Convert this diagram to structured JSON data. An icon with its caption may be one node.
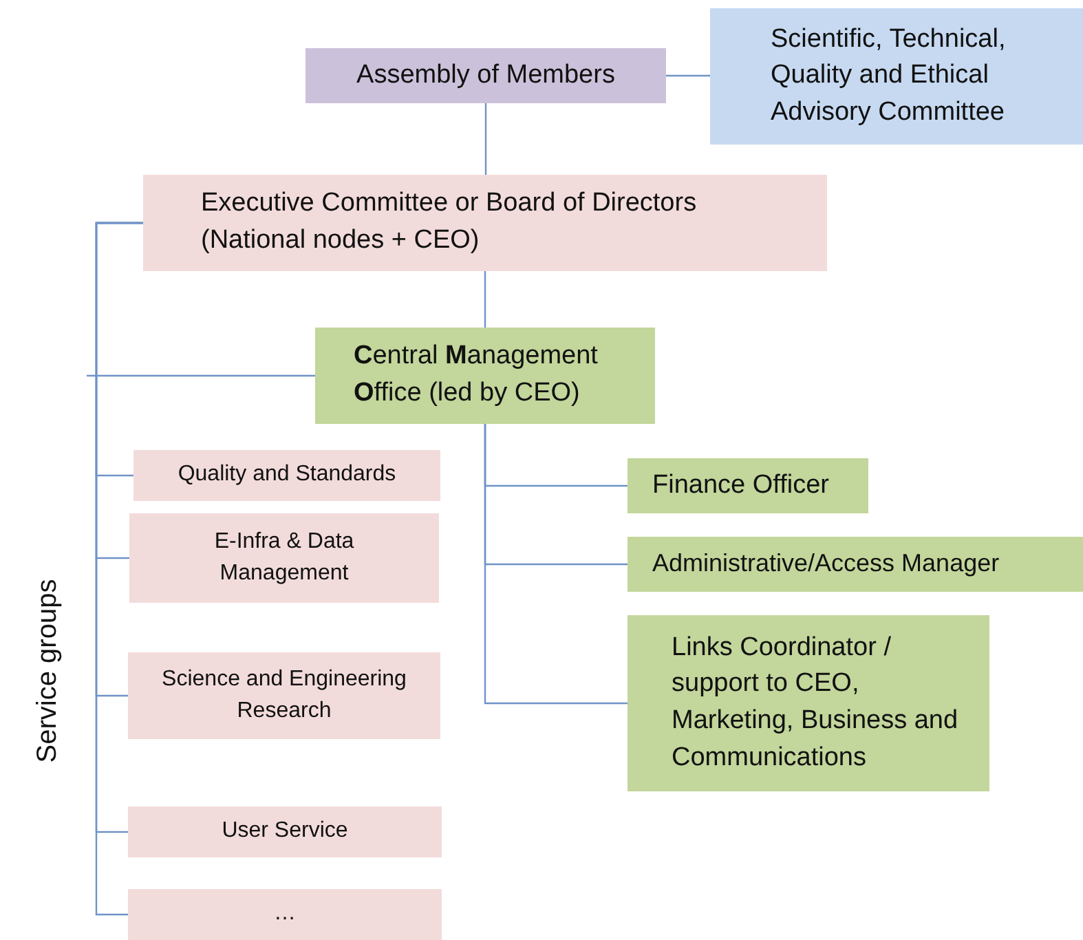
{
  "diagram": {
    "nodes": [
      {
        "text": [
          "Assembly of Members"
        ]
      },
      {
        "text": [
          "Scientific, Technical, Quality and Ethical Advisory Committee"
        ]
      },
      {
        "text": [
          "Executive Committee or Board of Directors (National nodes + CEO)"
        ]
      },
      {
        "text": [
          "**C**entral **M**anagement **O**ffice (led by CEO)"
        ]
      },
      {
        "text": [
          "Finance Officer"
        ]
      },
      {
        "text": [
          "Administrative/Access Manager"
        ]
      },
      {
        "text": [
          "Links Coordinator / support to CEO, Marketing, Business and Communications"
        ]
      },
      {
        "text": [
          "Quality and Standards"
        ]
      },
      {
        "text": [
          "E-Infra & Data Management"
        ]
      },
      {
        "text": [
          "Science and Engineering Research"
        ]
      },
      {
        "text": [
          "User Service"
        ]
      },
      {
        "text": [
          "…"
        ]
      }
    ],
    "edges": [
      {
        "from": 0,
        "to": 1,
        "arrow": "none"
      },
      {
        "from": 0,
        "to": 2,
        "arrow": "none"
      },
      {
        "from": 2,
        "to": 3,
        "arrow": "none"
      },
      {
        "from": 3,
        "to": 4,
        "arrow": "none"
      },
      {
        "from": 3,
        "to": 5,
        "arrow": "none"
      },
      {
        "from": 3,
        "to": 6,
        "arrow": "none"
      },
      {
        "from": 2,
        "to": 7,
        "arrow": "none"
      },
      {
        "from": 2,
        "to": 8,
        "arrow": "none"
      },
      {
        "from": 2,
        "to": 9,
        "arrow": "none"
      },
      {
        "from": 2,
        "to": 10,
        "arrow": "none"
      },
      {
        "from": 2,
        "to": 11,
        "arrow": "none"
      },
      {
        "from": 3,
        "to": null,
        "arrow": "none"
      }
    ],
    "labels": [
      "Service groups"
    ]
  }
}
